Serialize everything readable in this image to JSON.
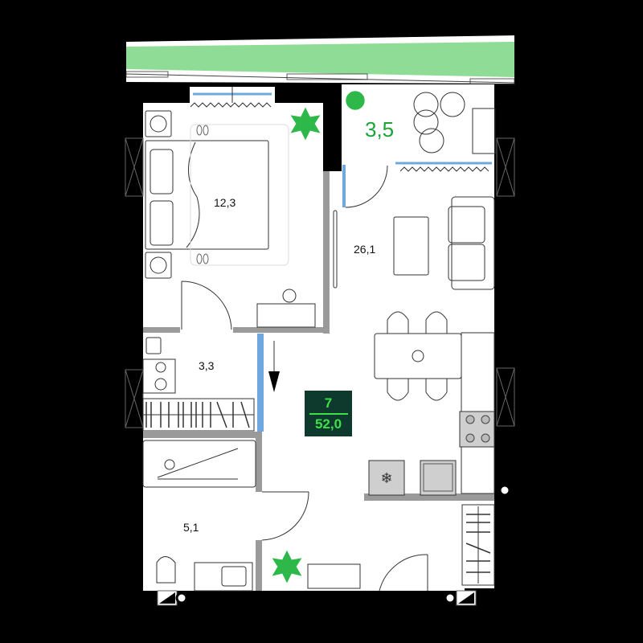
{
  "plan": {
    "apartment_number": "7",
    "total_area": "52,0",
    "colors": {
      "background": "#000000",
      "floor": "#ffffff",
      "lawn": "#8fdc96",
      "badge_bg": "#0d3a2c",
      "badge_text": "#3ee04a",
      "window_glass": "#6fa8e0",
      "plant": "#2fb84a",
      "partition": "#9a9a9a",
      "kitchen_fixture": "#cfcfcf"
    },
    "rooms": [
      {
        "id": "bedroom",
        "area": "12,3"
      },
      {
        "id": "living-kitchen",
        "area": "26,1"
      },
      {
        "id": "balcony",
        "area": "3,5"
      },
      {
        "id": "laundry",
        "area": "3,3"
      },
      {
        "id": "bathroom",
        "area": "5,1"
      }
    ],
    "icons": [
      "lawn-strip",
      "window",
      "curtain",
      "bed",
      "nightstand",
      "slippers",
      "plant",
      "door",
      "wardrobe",
      "sofa",
      "coffee-table",
      "dining-table",
      "chair",
      "stove",
      "sink",
      "fridge",
      "bathtub",
      "toilet",
      "washbasin",
      "washing-machine",
      "entrance-arrow",
      "ventilation-shaft"
    ]
  }
}
